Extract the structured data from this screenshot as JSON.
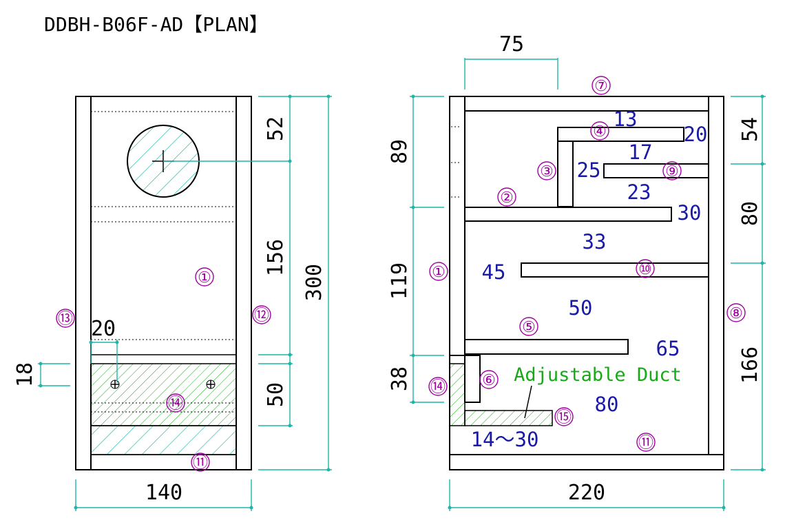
{
  "title": "DDBH-B06F-AD【PLAN】",
  "dimensions": {
    "front_width": "140",
    "side_width": "220",
    "top_duct_width": "75",
    "speaker_offset": "52",
    "mid_height": "156",
    "total_height": "300",
    "duct_block_height": "50",
    "thickness": "18",
    "inset": "20",
    "left_89": "89",
    "left_119": "119",
    "left_38": "38",
    "right_54": "54",
    "right_80": "80",
    "right_166": "166"
  },
  "part_labels": {
    "p1_front": "①",
    "p13": "⑬",
    "p12": "⑫",
    "p14_front": "⑭",
    "p11_front": "⑪",
    "p7": "⑦",
    "p4": "④",
    "p3": "③",
    "p9": "⑨",
    "p2": "②",
    "p1_side": "①",
    "p10": "⑩",
    "p5": "⑤",
    "p8": "⑧",
    "p14_side": "⑭",
    "p6": "⑥",
    "p15": "⑮",
    "p11_side": "⑪"
  },
  "gap_labels": {
    "g13": "13",
    "g20": "20",
    "g17": "17",
    "g25": "25",
    "g23": "23",
    "g30": "30",
    "g33": "33",
    "g45": "45",
    "g50": "50",
    "g65": "65",
    "g80": "80",
    "g14_30": "14～30"
  },
  "annotation": "Adjustable Duct",
  "colors": {
    "dimension_line": "#1fb5a8",
    "part_number": "#a000a0",
    "gap_value": "#1a1aa8",
    "annotation": "#18a818"
  }
}
